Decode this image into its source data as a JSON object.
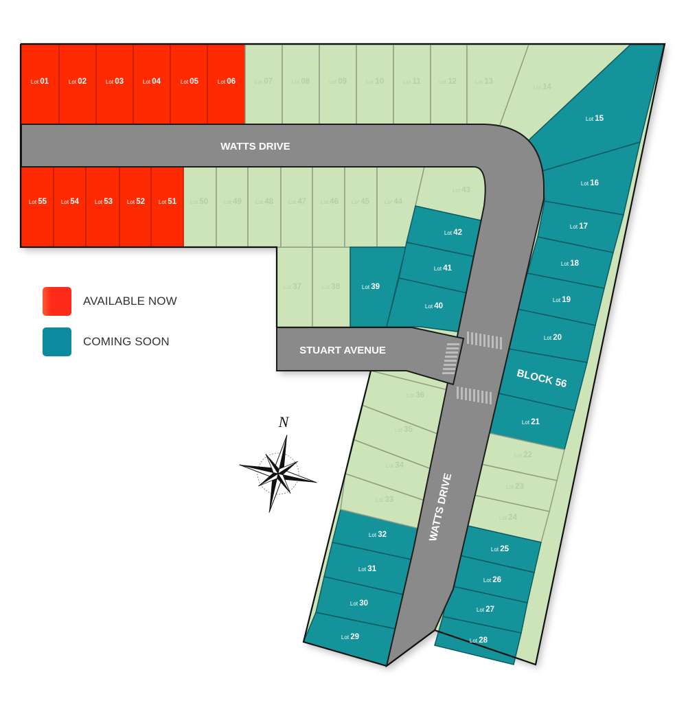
{
  "legend": {
    "items": [
      {
        "label": "AVAILABLE NOW",
        "color": "#ff2a1a"
      },
      {
        "label": "COMING SOON",
        "color": "#0e8a9e"
      }
    ]
  },
  "colors": {
    "available": "#ff2a00",
    "coming_soon": "#14939b",
    "other": "#cde4b8",
    "road": "#8a8a8a"
  },
  "roads": {
    "watts_drive_top": "WATTS DRIVE",
    "watts_drive_vertical": "WATTS DRIVE",
    "stuart_avenue": "STUART AVENUE"
  },
  "block": {
    "label": "BLOCK 56"
  },
  "compass": {
    "north_label": "N"
  },
  "lot_prefix": "Lot",
  "lots": {
    "l01": "01",
    "l02": "02",
    "l03": "03",
    "l04": "04",
    "l05": "05",
    "l06": "06",
    "l07": "07",
    "l08": "08",
    "l09": "09",
    "l10": "10",
    "l11": "11",
    "l12": "12",
    "l13": "13",
    "l14": "14",
    "l15": "15",
    "l16": "16",
    "l17": "17",
    "l18": "18",
    "l19": "19",
    "l20": "20",
    "l21": "21",
    "l22": "22",
    "l23": "23",
    "l24": "24",
    "l25": "25",
    "l26": "26",
    "l27": "27",
    "l28": "28",
    "l29": "29",
    "l30": "30",
    "l31": "31",
    "l32": "32",
    "l33": "33",
    "l34": "34",
    "l35": "35",
    "l36": "36",
    "l37": "37",
    "l38": "38",
    "l39": "39",
    "l40": "40",
    "l41": "41",
    "l42": "42",
    "l43": "43",
    "l44": "44",
    "l45": "45",
    "l46": "46",
    "l47": "47",
    "l48": "48",
    "l49": "49",
    "l50": "50",
    "l51": "51",
    "l52": "52",
    "l53": "53",
    "l54": "54",
    "l55": "55"
  },
  "lot_status": {
    "available_now": [
      "01",
      "02",
      "03",
      "04",
      "05",
      "06",
      "51",
      "52",
      "53",
      "54",
      "55"
    ],
    "coming_soon": [
      "15",
      "16",
      "17",
      "18",
      "19",
      "20",
      "21",
      "25",
      "26",
      "27",
      "28",
      "29",
      "30",
      "31",
      "32",
      "39",
      "40",
      "41",
      "42"
    ],
    "unmarked": [
      "07",
      "08",
      "09",
      "10",
      "11",
      "12",
      "13",
      "14",
      "22",
      "23",
      "24",
      "33",
      "34",
      "35",
      "36",
      "37",
      "38",
      "43",
      "44",
      "45",
      "46",
      "47",
      "48",
      "49",
      "50"
    ]
  }
}
